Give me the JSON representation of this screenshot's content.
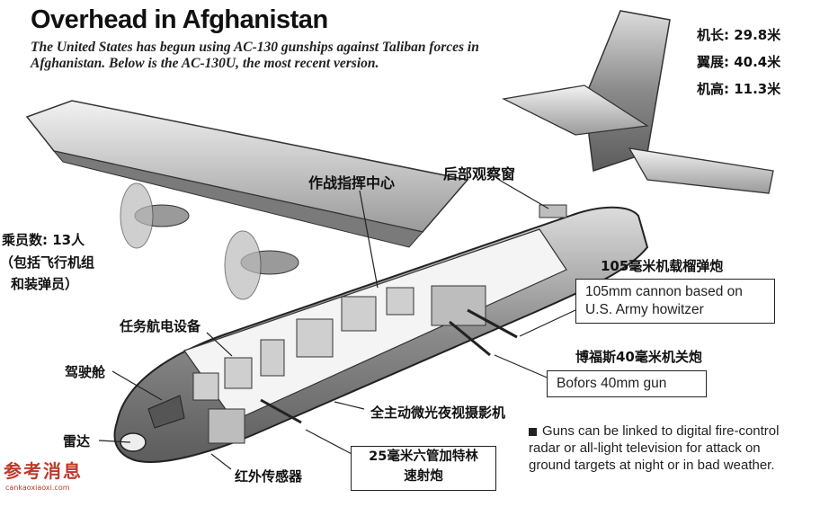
{
  "title": "Overhead in Afghanistan",
  "subtitle": "The United States has begun using AC-130 gunships against Taliban forces in Afghanistan. Below is the AC-130U, the most recent version.",
  "specs": [
    "机长: 29.8米",
    "翼展: 40.4米",
    "机高: 11.3米"
  ],
  "crew": [
    "乘员数: 13人",
    "（包括飞行机组",
    "和装弹员）"
  ],
  "labels": {
    "command_center": "作战指挥中心",
    "rear_window": "后部观察窗",
    "howitzer_cn": "105毫米机载榴弹炮",
    "howitzer_en_1": "105mm cannon based on",
    "howitzer_en_2": "U.S. Army howitzer",
    "bofors_cn": "博福斯40毫米机关炮",
    "bofors_en": "Bofors 40mm gun",
    "avionics": "任务航电设备",
    "cockpit": "驾驶舱",
    "radar": "雷达",
    "ir_sensor": "红外传感器",
    "tv_camera": "全主动微光夜视摄影机",
    "gatling_1": "25毫米六管加特林",
    "gatling_2": "速射炮"
  },
  "note": "Guns can be linked to digital fire-control radar or all-light television for attack on ground targets at night or in bad weather.",
  "watermark": "参考消息",
  "watermark_url": "cankaoxiaoxi.com"
}
